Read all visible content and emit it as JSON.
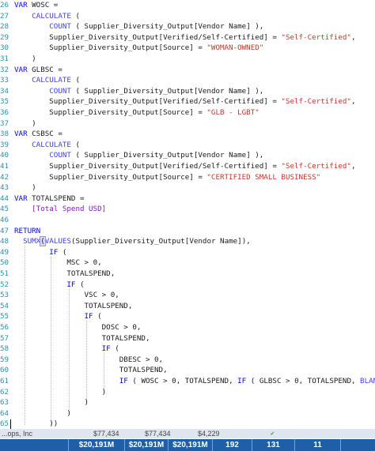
{
  "editor": {
    "lines": [
      {
        "n": "26",
        "tokens": [
          {
            "t": "VAR ",
            "c": "kw"
          },
          {
            "t": "WOSC =",
            "c": ""
          }
        ]
      },
      {
        "n": "27",
        "tokens": [
          {
            "t": "    ",
            "c": ""
          },
          {
            "t": "CALCULATE",
            "c": "fn"
          },
          {
            "t": " (",
            "c": ""
          }
        ]
      },
      {
        "n": "28",
        "tokens": [
          {
            "t": "        ",
            "c": ""
          },
          {
            "t": "COUNT",
            "c": "fn"
          },
          {
            "t": " ( Supplier_Diversity_Output[Vendor Name] ),",
            "c": ""
          }
        ]
      },
      {
        "n": "29",
        "tokens": [
          {
            "t": "        Supplier_Diversity_Output[Verified/Self-Certified] = ",
            "c": ""
          },
          {
            "t": "\"Self-Certified\"",
            "c": "str"
          },
          {
            "t": ",",
            "c": ""
          }
        ]
      },
      {
        "n": "30",
        "tokens": [
          {
            "t": "        Supplier_Diversity_Output[Source] = ",
            "c": ""
          },
          {
            "t": "\"WOMAN-OWNED\"",
            "c": "str"
          }
        ]
      },
      {
        "n": "31",
        "tokens": [
          {
            "t": "    )",
            "c": ""
          }
        ]
      },
      {
        "n": "32",
        "tokens": [
          {
            "t": "VAR ",
            "c": "kw"
          },
          {
            "t": "GLBSC =",
            "c": ""
          }
        ]
      },
      {
        "n": "33",
        "tokens": [
          {
            "t": "    ",
            "c": ""
          },
          {
            "t": "CALCULATE",
            "c": "fn"
          },
          {
            "t": " (",
            "c": ""
          }
        ]
      },
      {
        "n": "34",
        "tokens": [
          {
            "t": "        ",
            "c": ""
          },
          {
            "t": "COUNT",
            "c": "fn"
          },
          {
            "t": " ( Supplier_Diversity_Output[Vendor Name] ),",
            "c": ""
          }
        ]
      },
      {
        "n": "35",
        "tokens": [
          {
            "t": "        Supplier_Diversity_Output[Verified/Self-Certified] = ",
            "c": ""
          },
          {
            "t": "\"Self-Certified\"",
            "c": "str"
          },
          {
            "t": ",",
            "c": ""
          }
        ]
      },
      {
        "n": "36",
        "tokens": [
          {
            "t": "        Supplier_Diversity_Output[Source] = ",
            "c": ""
          },
          {
            "t": "\"GLB - LGBT\"",
            "c": "str"
          }
        ]
      },
      {
        "n": "37",
        "tokens": [
          {
            "t": "    )",
            "c": ""
          }
        ]
      },
      {
        "n": "38",
        "tokens": [
          {
            "t": "VAR ",
            "c": "kw"
          },
          {
            "t": "CSBSC =",
            "c": ""
          }
        ]
      },
      {
        "n": "39",
        "tokens": [
          {
            "t": "    ",
            "c": ""
          },
          {
            "t": "CALCULATE",
            "c": "fn"
          },
          {
            "t": " (",
            "c": ""
          }
        ]
      },
      {
        "n": "40",
        "tokens": [
          {
            "t": "        ",
            "c": ""
          },
          {
            "t": "COUNT",
            "c": "fn"
          },
          {
            "t": " ( Supplier_Diversity_Output[Vendor Name] ),",
            "c": ""
          }
        ]
      },
      {
        "n": "41",
        "tokens": [
          {
            "t": "        Supplier_Diversity_Output[Verified/Self-Certified] = ",
            "c": ""
          },
          {
            "t": "\"Self-Certified\"",
            "c": "str"
          },
          {
            "t": ",",
            "c": ""
          }
        ]
      },
      {
        "n": "42",
        "tokens": [
          {
            "t": "        Supplier_Diversity_Output[Source] = ",
            "c": ""
          },
          {
            "t": "\"CERTIFIED SMALL BUSINESS\"",
            "c": "str"
          }
        ]
      },
      {
        "n": "43",
        "tokens": [
          {
            "t": "    )",
            "c": ""
          }
        ]
      },
      {
        "n": "44",
        "tokens": [
          {
            "t": "VAR ",
            "c": "kw"
          },
          {
            "t": "TOTALSPEND =",
            "c": ""
          }
        ]
      },
      {
        "n": "45",
        "tokens": [
          {
            "t": "    ",
            "c": ""
          },
          {
            "t": "[Total Spend USD]",
            "c": "meas"
          }
        ]
      },
      {
        "n": "46",
        "tokens": [
          {
            "t": "",
            "c": ""
          }
        ]
      },
      {
        "n": "47",
        "tokens": [
          {
            "t": "RETURN",
            "c": "kw"
          }
        ]
      },
      {
        "n": "48",
        "tokens": [
          {
            "t": "  ",
            "c": ""
          },
          {
            "t": "SUMX",
            "c": "fn"
          },
          {
            "t": "(",
            "c": "bracket"
          },
          {
            "t": "VALUES",
            "c": "fn"
          },
          {
            "t": "(Supplier_Diversity_Output[Vendor Name]),",
            "c": ""
          }
        ]
      },
      {
        "n": "49",
        "tokens": [
          {
            "t": "        ",
            "c": ""
          },
          {
            "t": "IF",
            "c": "kw"
          },
          {
            "t": " (",
            "c": ""
          }
        ]
      },
      {
        "n": "50",
        "tokens": [
          {
            "t": "            MSC > 0,",
            "c": ""
          }
        ]
      },
      {
        "n": "51",
        "tokens": [
          {
            "t": "            TOTALSPEND,",
            "c": ""
          }
        ]
      },
      {
        "n": "52",
        "tokens": [
          {
            "t": "            ",
            "c": ""
          },
          {
            "t": "IF",
            "c": "kw"
          },
          {
            "t": " (",
            "c": ""
          }
        ]
      },
      {
        "n": "53",
        "tokens": [
          {
            "t": "                VSC > 0,",
            "c": ""
          }
        ]
      },
      {
        "n": "54",
        "tokens": [
          {
            "t": "                TOTALSPEND,",
            "c": ""
          }
        ]
      },
      {
        "n": "55",
        "tokens": [
          {
            "t": "                ",
            "c": ""
          },
          {
            "t": "IF",
            "c": "kw"
          },
          {
            "t": " (",
            "c": ""
          }
        ]
      },
      {
        "n": "56",
        "tokens": [
          {
            "t": "                    DOSC > 0,",
            "c": ""
          }
        ]
      },
      {
        "n": "57",
        "tokens": [
          {
            "t": "                    TOTALSPEND,",
            "c": ""
          }
        ]
      },
      {
        "n": "58",
        "tokens": [
          {
            "t": "                    ",
            "c": ""
          },
          {
            "t": "IF",
            "c": "kw"
          },
          {
            "t": " (",
            "c": ""
          }
        ]
      },
      {
        "n": "59",
        "tokens": [
          {
            "t": "                        DBESC > 0,",
            "c": ""
          }
        ]
      },
      {
        "n": "60",
        "tokens": [
          {
            "t": "                        TOTALSPEND,",
            "c": ""
          }
        ]
      },
      {
        "n": "61",
        "tokens": [
          {
            "t": "                        ",
            "c": ""
          },
          {
            "t": "IF",
            "c": "kw"
          },
          {
            "t": " ( WOSC > 0, TOTALSPEND, ",
            "c": ""
          },
          {
            "t": "IF",
            "c": "kw"
          },
          {
            "t": " ( GLBSC > 0, TOTALSPEND, ",
            "c": ""
          },
          {
            "t": "BLANK",
            "c": "fn"
          },
          {
            "t": " () ) )",
            "c": ""
          }
        ]
      },
      {
        "n": "62",
        "tokens": [
          {
            "t": "                    )",
            "c": ""
          }
        ]
      },
      {
        "n": "63",
        "tokens": [
          {
            "t": "                )",
            "c": ""
          }
        ]
      },
      {
        "n": "64",
        "tokens": [
          {
            "t": "            )",
            "c": ""
          }
        ]
      },
      {
        "n": "65",
        "tokens": [
          {
            "t": "        ))",
            "c": ""
          }
        ]
      }
    ]
  },
  "footer": {
    "row1": [
      {
        "name": "partial-label",
        "text": "...ops, Inc"
      },
      {
        "name": "partial-value-1",
        "text": "$77,434"
      },
      {
        "name": "partial-value-2",
        "text": "$77,434"
      },
      {
        "name": "partial-value-3",
        "text": "$4,229"
      }
    ],
    "totals": [
      {
        "name": "total-spend-1",
        "text": "$20,191M"
      },
      {
        "name": "total-spend-2",
        "text": "$20,191M"
      },
      {
        "name": "total-spend-3",
        "text": "$20,191M"
      },
      {
        "name": "total-count-1",
        "text": "192"
      },
      {
        "name": "total-count-2",
        "text": "131"
      },
      {
        "name": "total-count-3",
        "text": "11"
      }
    ]
  },
  "colors": {
    "keyword": "#0000ff",
    "string": "#c0392b",
    "measure": "#8b1ab5",
    "line_number": "#2b91af",
    "totals_bar": "#1f5fa8"
  }
}
